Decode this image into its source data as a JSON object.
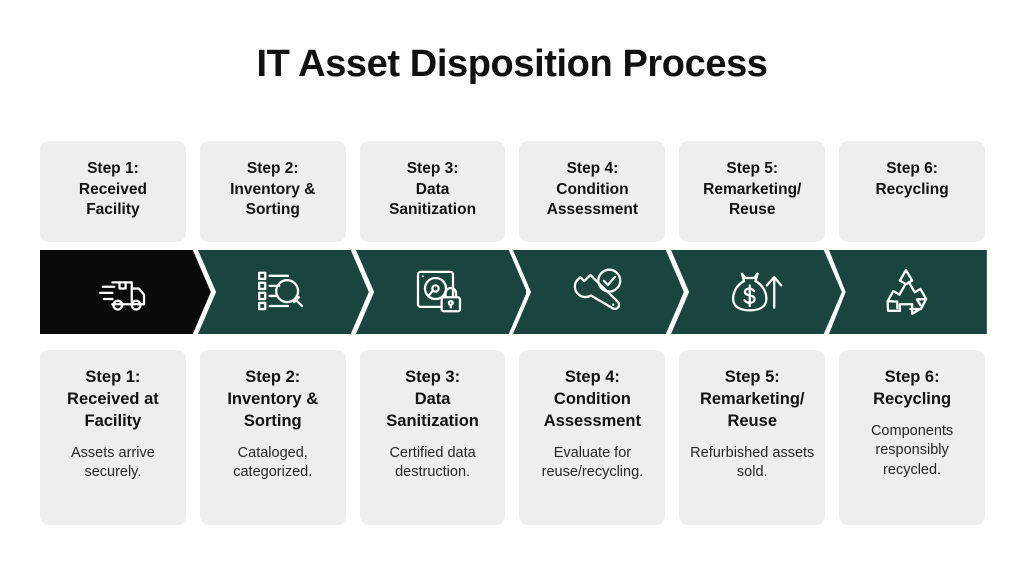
{
  "header": {
    "title": "IT Asset Disposition Process"
  },
  "colors": {
    "page_background": "#ffffff",
    "card_background": "#eeeeee",
    "chevron_first": "#0a0a0a",
    "chevron_rest": "#1a453f",
    "title_text": "#111111",
    "icon_stroke": "#ffffff"
  },
  "steps": [
    {
      "top_label": "Step 1:\nReceived\nFacility",
      "icon": "delivery-truck-icon",
      "chevron_color": "#0a0a0a",
      "bottom_title": "Step 1:\nReceived at\nFacility",
      "bottom_desc": "Assets arrive securely."
    },
    {
      "top_label": "Step 2:\nInventory &\nSorting",
      "icon": "checklist-magnifier-icon",
      "chevron_color": "#1a453f",
      "bottom_title": "Step 2:\nInventory &\nSorting",
      "bottom_desc": "Cataloged, categorized."
    },
    {
      "top_label": "Step 3:\nData\nSanitization",
      "icon": "harddrive-lock-icon",
      "chevron_color": "#1a453f",
      "bottom_title": "Step 3:\nData\nSanitization",
      "bottom_desc": "Certified data destruction."
    },
    {
      "top_label": "Step 4:\nCondition\nAssessment",
      "icon": "wrench-check-icon",
      "chevron_color": "#1a453f",
      "bottom_title": "Step 4:\nCondition\nAssessment",
      "bottom_desc": "Evaluate for reuse/recycling."
    },
    {
      "top_label": "Step 5:\nRemarketing/\nReuse",
      "icon": "money-bag-arrow-up-icon",
      "chevron_color": "#1a453f",
      "bottom_title": "Step 5:\nRemarketing/\nReuse",
      "bottom_desc": "Refurbished assets sold."
    },
    {
      "top_label": "Step 6:\nRecycling",
      "icon": "recycle-icon",
      "chevron_color": "#1a453f",
      "bottom_title": "Step 6:\nRecycling",
      "bottom_desc": "Components responsibly recycled."
    }
  ]
}
